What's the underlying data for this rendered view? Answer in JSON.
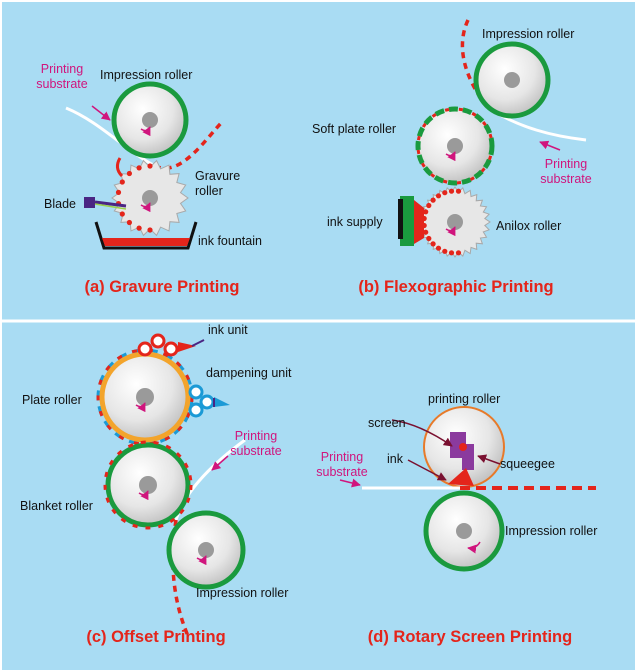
{
  "colors": {
    "background": "#a9dcf3",
    "panel_border": "#ffffff",
    "roller_ring": "#1a9a3e",
    "ink_red": "#e4251b",
    "caption": "#e4251b",
    "magenta_label": "#d0157d",
    "blade": "#4a2583",
    "dampening": "#1b9ad6",
    "plate_ring": "#f3a42b",
    "screen_purple": "#8b3a9e"
  },
  "panels": {
    "gravure": {
      "caption": "(a) Gravure Printing",
      "labels": {
        "printing_substrate": [
          "Printing",
          "substrate"
        ],
        "impression_roller": "Impression roller",
        "gravure_roller": [
          "Gravure",
          "roller"
        ],
        "blade": "Blade",
        "ink_fountain": "ink fountain"
      }
    },
    "flexographic": {
      "caption": "(b) Flexographic Printing",
      "labels": {
        "impression_roller": "Impression roller",
        "soft_plate_roller": "Soft plate roller",
        "printing_substrate": [
          "Printing",
          "substrate"
        ],
        "ink_supply": "ink supply",
        "anilox_roller": "Anilox roller"
      }
    },
    "offset": {
      "caption": "(c) Offset Printing",
      "labels": {
        "ink_unit": "ink unit",
        "dampening_unit": "dampening unit",
        "plate_roller": "Plate roller",
        "printing_substrate": [
          "Printing",
          "substrate"
        ],
        "blanket_roller": "Blanket roller",
        "impression_roller": "Impression roller"
      }
    },
    "rotary_screen": {
      "caption": "(d) Rotary Screen Printing",
      "labels": {
        "printing_roller": "printing roller",
        "screen": "screen",
        "ink": "ink",
        "squeegee": "squeegee",
        "printing_substrate": [
          "Printing",
          "substrate"
        ],
        "impression_roller": "Impression roller"
      }
    }
  }
}
